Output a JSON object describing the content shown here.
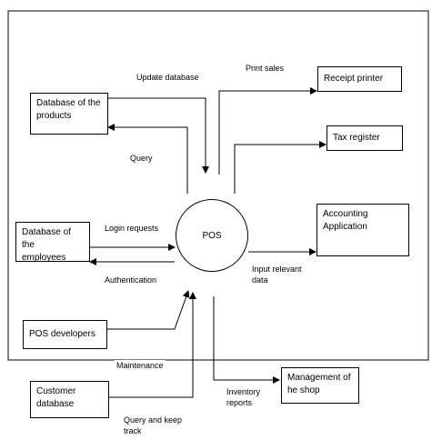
{
  "nodes": {
    "db_products": "Database of the\nproducts",
    "db_employees": "Database of the\nemployees",
    "pos_developers": "POS developers",
    "customer_db": "Customer\ndatabase",
    "receipt_printer": "Receipt printer",
    "tax_register": "Tax register",
    "accounting": "Accounting\nApplication",
    "management": "Management of\nhe shop",
    "pos": "POS"
  },
  "flows": {
    "update_database": "Update database",
    "print_sales": "Print sales",
    "query": "Query",
    "login_requests": "Login requests",
    "authentication": "Authentication",
    "input_relevant_data": "Input relevant\ndata",
    "maintenance": "Maintenance",
    "inventory_reports": "Inventory\nreports",
    "query_and_keep_track": "Query and keep\ntrack"
  }
}
